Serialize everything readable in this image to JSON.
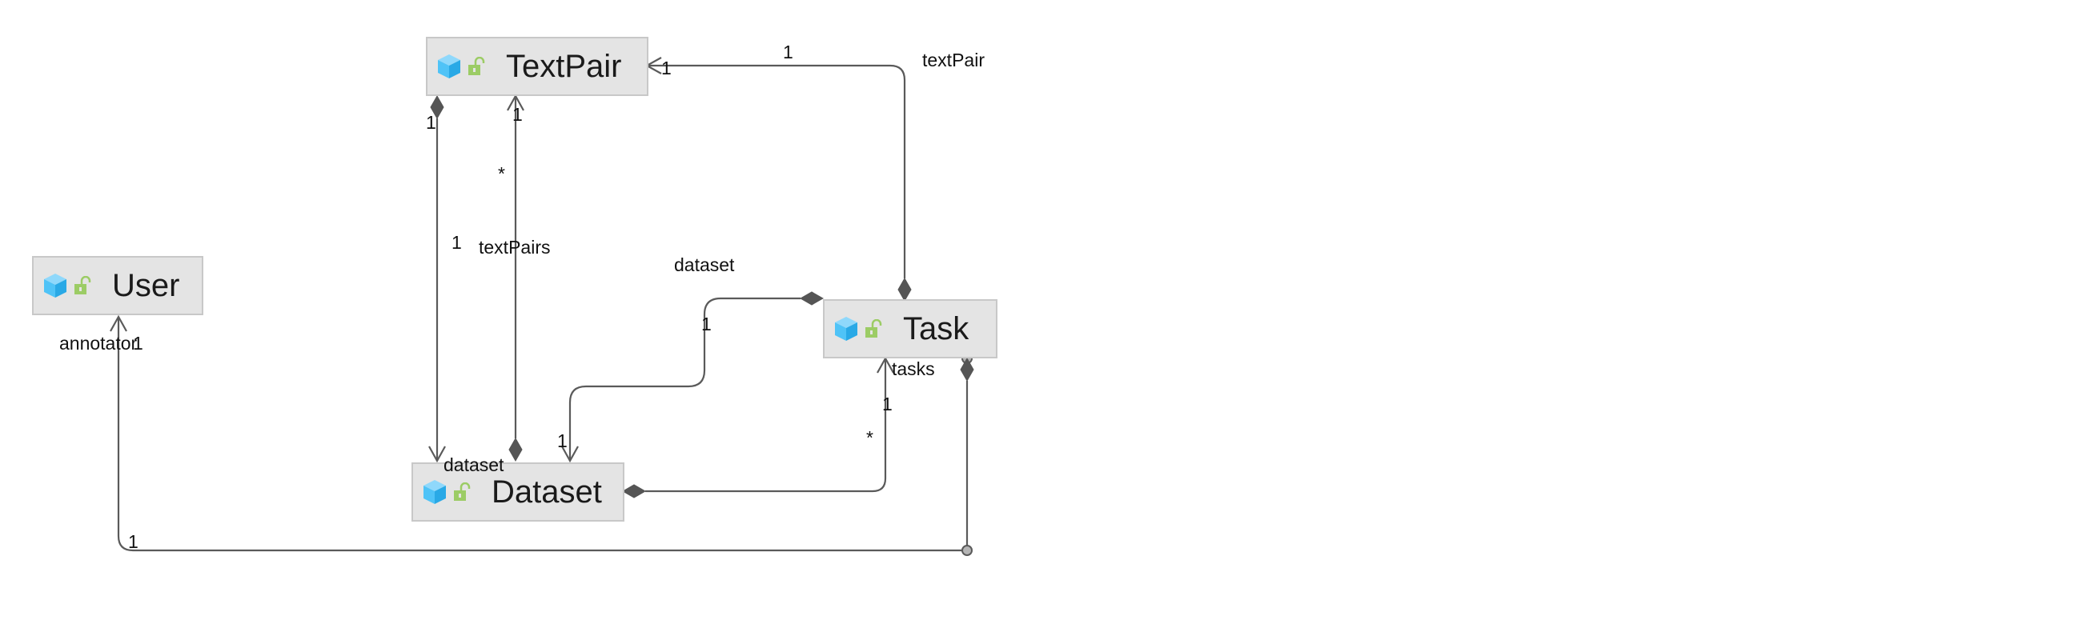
{
  "nodes": {
    "textpair": {
      "name": "TextPair"
    },
    "user": {
      "name": "User"
    },
    "task": {
      "name": "Task"
    },
    "dataset": {
      "name": "Dataset"
    }
  },
  "icons": {
    "class_icon": "cube-icon",
    "visibility_icon": "unlock-icon"
  },
  "colors": {
    "node_fill": "#e4e4e4",
    "node_border": "#c8c8c8",
    "class_icon": "#4fc3f7",
    "visibility_icon": "#9ccc65",
    "edge": "#5a5a5a"
  },
  "edge_labels": {
    "task_textpair_mult_target": "1",
    "task_textpair_role": "textPair",
    "task_textpair_mult_source": "1",
    "textpair_dataset_mult_source": "1",
    "textpair_dataset_mult_target": "1",
    "textpair_dataset_role": "dataset",
    "dataset_textpairs_mult_target": "1",
    "dataset_textpairs_many": "*",
    "dataset_textpairs_role": "textPairs",
    "task_dataset_role": "dataset",
    "task_dataset_mult_source": "1",
    "task_dataset_mult_target": "1",
    "dataset_tasks_role": "tasks",
    "dataset_tasks_mult_target": "1",
    "dataset_tasks_many": "*",
    "task_user_role": "annotator",
    "task_user_mult_target": "1",
    "task_user_mult_source": "1"
  }
}
